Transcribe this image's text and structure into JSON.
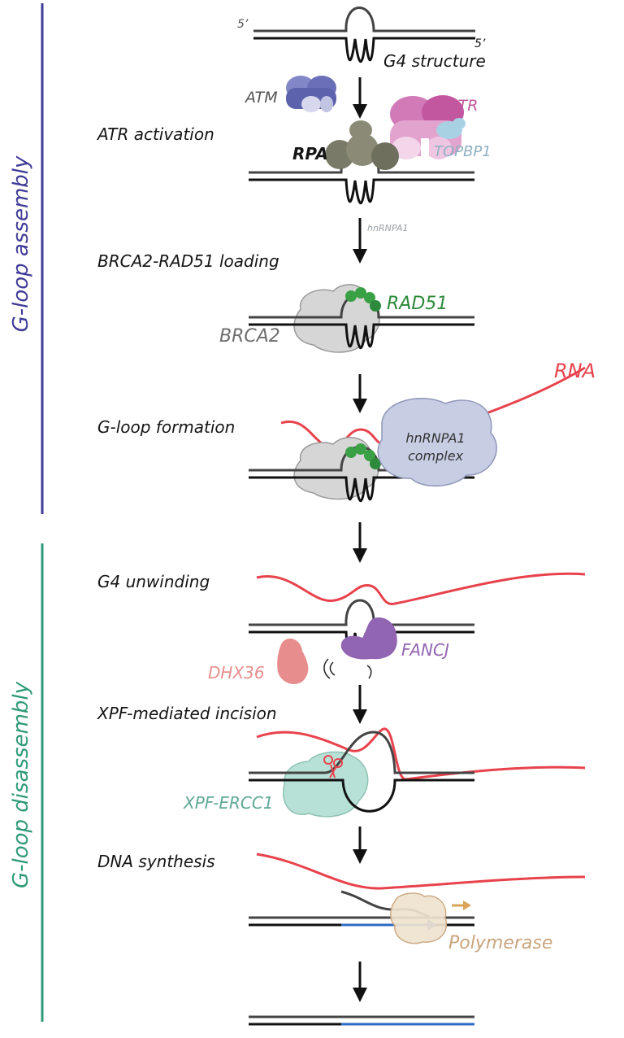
{
  "sections": {
    "assembly": {
      "label": "G-loop assembly",
      "color": "#3f3b97"
    },
    "disassembly": {
      "label": "G-loop disassembly",
      "color": "#2e9a78"
    }
  },
  "strand": {
    "top_5prime": "5’",
    "right_5prime": "5’",
    "g4_label": "G4 structure"
  },
  "steps": {
    "atr_activation": "ATR activation",
    "brca2_loading": "BRCA2-RAD51 loading",
    "gloop_formation": "G-loop formation",
    "g4_unwinding": "G4 unwinding",
    "xpf_incision": "XPF-mediated incision",
    "dna_synthesis": "DNA synthesis"
  },
  "proteins": {
    "atm": {
      "label": "ATM",
      "color": "#6a6fb8"
    },
    "atr": {
      "label": "ATR",
      "color": "#c2569f"
    },
    "rpa": {
      "label": "RPA",
      "color": "#777766"
    },
    "topbp1": {
      "label": "TOPBP1",
      "color": "#8fb0c2"
    },
    "hnrnpa1_small": {
      "label": "hnRNPA1",
      "color": "#9aa0a6"
    },
    "rad51": {
      "label": "RAD51",
      "color": "#2d8a3a"
    },
    "brca2": {
      "label": "BRCA2",
      "color": "#6e6e6e"
    },
    "rna": {
      "label": "RNA",
      "color": "#e8434d"
    },
    "hnrnpa1_complex": {
      "line1": "hnRNPA1",
      "line2": "complex",
      "color": "#c7cde3"
    },
    "dhx36": {
      "label": "DHX36",
      "color": "#e88d8d"
    },
    "fancj": {
      "label": "FANCJ",
      "color": "#9265b2"
    },
    "xpf_ercc1": {
      "label": "XPF-ERCC1",
      "color": "#5fa898"
    },
    "polymerase": {
      "label": "Polymerase",
      "color": "#c9a57d"
    }
  }
}
